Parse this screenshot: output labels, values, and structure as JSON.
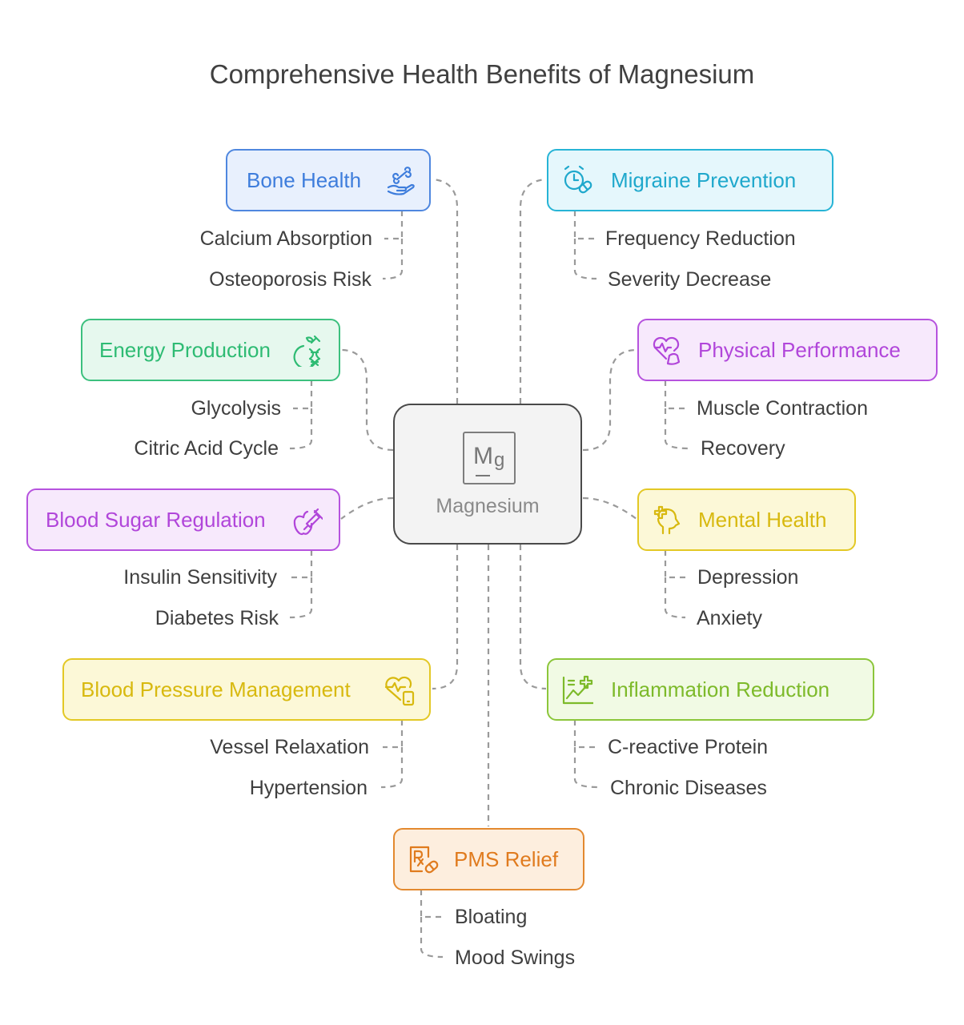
{
  "title": "Comprehensive Health Benefits of Magnesium",
  "center": {
    "symbol_main": "M",
    "symbol_sub": "g",
    "label": "Magnesium",
    "icon": "magnesium-element-icon"
  },
  "colors": {
    "blue": {
      "border": "#4f87df",
      "fill": "#e8f0fd",
      "text": "#3e7ddc"
    },
    "cyan": {
      "border": "#27b4d6",
      "fill": "#e5f7fc",
      "text": "#1fa8cc"
    },
    "green": {
      "border": "#3cc07e",
      "fill": "#e6f8ee",
      "text": "#2ebb73"
    },
    "purple": {
      "border": "#b653de",
      "fill": "#f7e9fc",
      "text": "#b146da"
    },
    "yellow": {
      "border": "#e3c825",
      "fill": "#fcf8d7",
      "text": "#d8b90f"
    },
    "lime": {
      "border": "#8cc63b",
      "fill": "#f1fae4",
      "text": "#7dba2a"
    },
    "orange": {
      "border": "#e3892f",
      "fill": "#fdeede",
      "text": "#e07b1e"
    }
  },
  "branches": [
    {
      "id": "bone",
      "label": "Bone Health",
      "color": "blue",
      "icon": "bone-in-hand-icon",
      "children": [
        "Calcium Absorption",
        "Osteoporosis Risk"
      ]
    },
    {
      "id": "migraine",
      "label": "Migraine Prevention",
      "color": "cyan",
      "icon": "clock-pill-icon",
      "children": [
        "Frequency Reduction",
        "Severity Decrease"
      ]
    },
    {
      "id": "energy",
      "label": "Energy Production",
      "color": "green",
      "icon": "dna-energy-icon",
      "children": [
        "Glycolysis",
        "Citric Acid Cycle"
      ]
    },
    {
      "id": "physical",
      "label": "Physical Performance",
      "color": "purple",
      "icon": "heart-muscle-icon",
      "children": [
        "Muscle Contraction",
        "Recovery"
      ]
    },
    {
      "id": "sugar",
      "label": "Blood Sugar Regulation",
      "color": "purple",
      "icon": "apple-syringe-icon",
      "children": [
        "Insulin Sensitivity",
        "Diabetes Risk"
      ]
    },
    {
      "id": "mental",
      "label": "Mental Health",
      "color": "yellow",
      "icon": "head-cross-icon",
      "children": [
        "Depression",
        "Anxiety"
      ]
    },
    {
      "id": "pressure",
      "label": "Blood Pressure Management",
      "color": "yellow",
      "icon": "heart-monitor-icon",
      "children": [
        "Vessel Relaxation",
        "Hypertension"
      ]
    },
    {
      "id": "inflammation",
      "label": "Inflammation Reduction",
      "color": "lime",
      "icon": "chart-plus-icon",
      "children": [
        "C-reactive Protein",
        "Chronic Diseases"
      ]
    },
    {
      "id": "pms",
      "label": "PMS Relief",
      "color": "orange",
      "icon": "prescription-pill-icon",
      "children": [
        "Bloating",
        "Mood Swings"
      ]
    }
  ]
}
